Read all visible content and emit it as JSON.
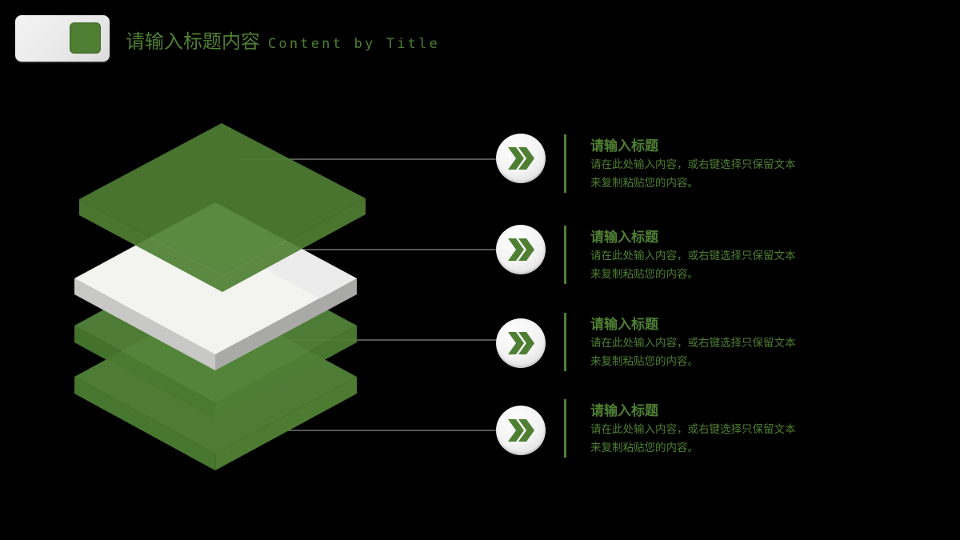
{
  "header": {
    "title_cn": "请输入标题内容",
    "title_en": "Content by Title"
  },
  "colors": {
    "accent": "#4f7f33",
    "background": "#000000",
    "layer_white": "#f2f3ef"
  },
  "layers": [
    {
      "label": "layer-1",
      "color": "#4f7f33"
    },
    {
      "label": "layer-2",
      "color": "#f0f0f0"
    },
    {
      "label": "layer-3",
      "color": "#4f7f33"
    },
    {
      "label": "layer-4",
      "color": "#4f7f33"
    }
  ],
  "items": [
    {
      "icon": "double-chevron-right-icon",
      "title": "请输入标题",
      "desc_line1": "请在此处输入内容，或右键选择只保留文本",
      "desc_line2": "来复制粘贴您的内容。"
    },
    {
      "icon": "double-chevron-right-icon",
      "title": "请输入标题",
      "desc_line1": "请在此处输入内容，或右键选择只保留文本",
      "desc_line2": "来复制粘贴您的内容。"
    },
    {
      "icon": "double-chevron-right-icon",
      "title": "请输入标题",
      "desc_line1": "请在此处输入内容，或右键选择只保留文本",
      "desc_line2": "来复制粘贴您的内容。"
    },
    {
      "icon": "double-chevron-right-icon",
      "title": "请输入标题",
      "desc_line1": "请在此处输入内容，或右键选择只保留文本",
      "desc_line2": "来复制粘贴您的内容。"
    }
  ]
}
